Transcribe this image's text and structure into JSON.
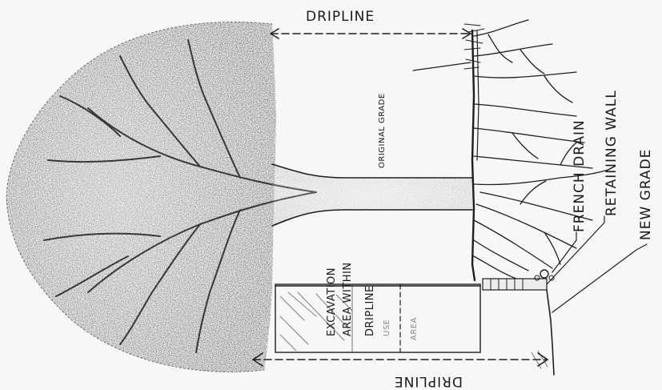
{
  "diagram": {
    "labels": {
      "dripline_top": "DRIPLINE",
      "dripline_bottom": "DRIPLINE",
      "original_grade": "ORIGINAL GRADE",
      "french_drain": "FRENCH DRAIN",
      "retaining_wall": "RETAINING WALL",
      "new_grade": "NEW GRADE",
      "excavation_line1": "EXCAVATION",
      "excavation_line2": "AREA WITHIN",
      "excavation_line3": "DRIPLINE",
      "faint_line1": "USE",
      "faint_line2": "AREA"
    }
  },
  "colors": {
    "ink": "#1e1e1e",
    "paper": "#f7f7f5",
    "canopy_dark": "#3a3a3a",
    "canopy_mid": "#6d6d6d"
  }
}
